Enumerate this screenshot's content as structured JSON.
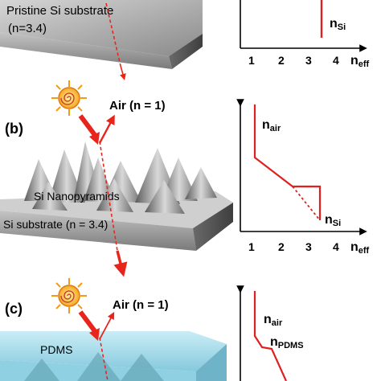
{
  "panel_a": {
    "substrate_label": "Pristine Si substrate",
    "index_label": "(n=3.4)",
    "graph": {
      "curve_label_main": "n",
      "curve_label_sub": "Si",
      "xticks": [
        "1",
        "2",
        "3",
        "4"
      ],
      "xlabel_main": "n",
      "xlabel_sub": "eff"
    }
  },
  "panel_b": {
    "tag": "(b)",
    "air_label": "Air (n = 1)",
    "nanopyramid_label": "Si Nanopyramids",
    "substrate_label": "Si substrate (n = 3.4)",
    "graph": {
      "air_label_main": "n",
      "air_label_sub": "air",
      "si_label_main": "n",
      "si_label_sub": "Si",
      "xticks": [
        "1",
        "2",
        "3",
        "4"
      ],
      "xlabel_main": "n",
      "xlabel_sub": "eff"
    }
  },
  "panel_c": {
    "tag": "(c)",
    "air_label": "Air (n = 1)",
    "pdms_label": "PDMS",
    "graph": {
      "air_label_main": "n",
      "air_label_sub": "air",
      "pdms_label_main": "n",
      "pdms_label_sub": "PDMS"
    }
  },
  "colors": {
    "ray": "#e8251c",
    "curve": "#e02020",
    "pdms": "#a9dcea",
    "substrate": "#9a9a9a"
  }
}
